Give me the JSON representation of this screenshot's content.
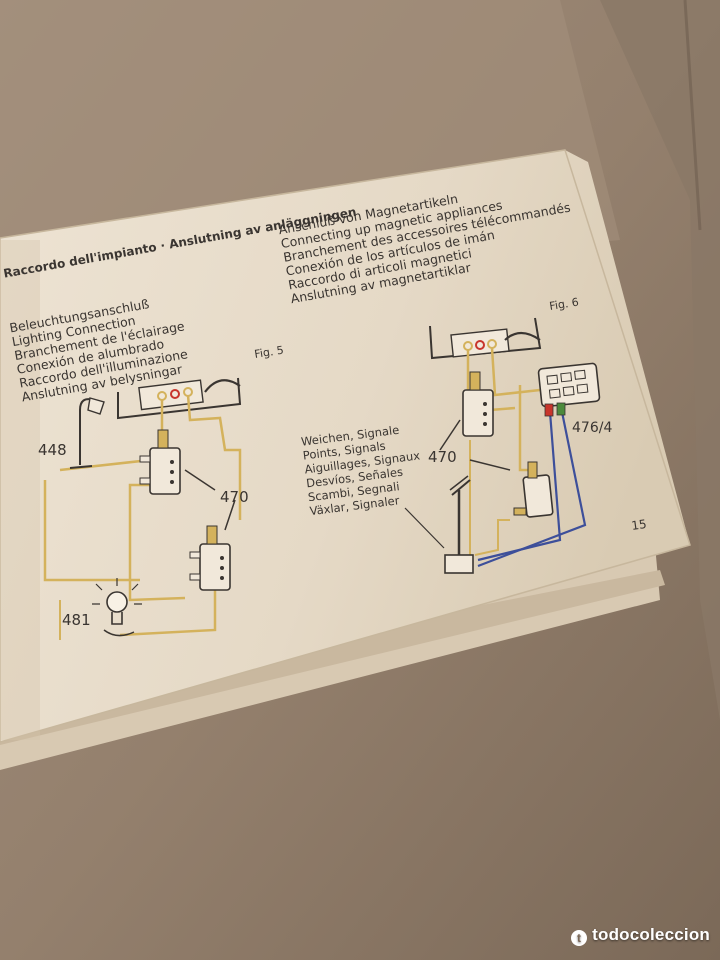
{
  "page": {
    "header": "n · Raccordo dell'impianto · Anslutning av anläggningen",
    "page_number": "15"
  },
  "left_section": {
    "lines": [
      "Beleuchtungsanschluß",
      "Lighting Connection",
      "Branchement de l'éclairage",
      "Conexión de alumbrado",
      "Raccordo dell'illuminazione",
      "Anslutning av belysningar"
    ],
    "figure": "Fig. 5",
    "labels": {
      "lamp_post": "448",
      "lamp_bulb": "481",
      "switch": "470"
    }
  },
  "right_section": {
    "lines": [
      "Anschluß von Magnetartikeln",
      "Connecting up magnetic appliances",
      "Branchement des accessoires télécommandés",
      "Conexión de los artículos de imán",
      "Raccordo di articoli magnetici",
      "Anslutning av magnetartiklar"
    ],
    "figure": "Fig. 6",
    "signal_lines": [
      "Weichen, Signale",
      "Points, Signals",
      "Aiguillages, Signaux",
      "Desvíos, Señales",
      "Scambi, Segnali",
      "Växlar, Signaler"
    ],
    "labels": {
      "switch": "470",
      "panel": "476/4"
    }
  },
  "watermark": {
    "text": "todocoleccion"
  },
  "colors": {
    "cardboard": "#8f7c6b",
    "paper": "#e7dccb",
    "ink": "#3a3531",
    "wire_yellow": "#d4b25c",
    "wire_blue": "#3d4f9a",
    "wire_red": "#c8352c",
    "wire_green": "#4c8a3c"
  }
}
